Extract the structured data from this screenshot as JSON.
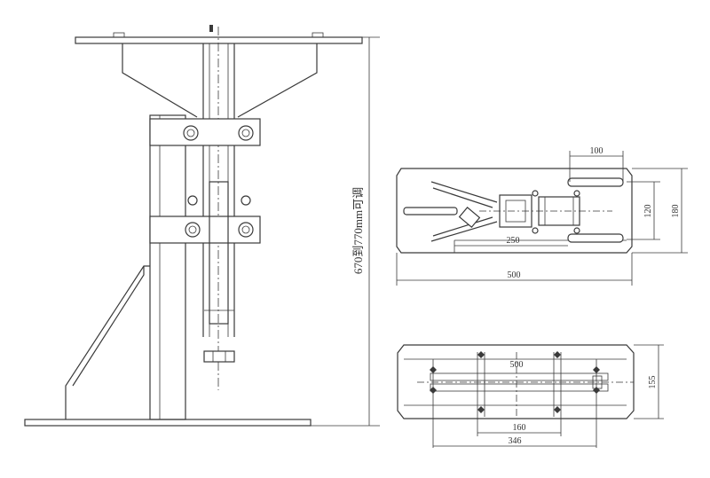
{
  "side_view": {
    "height_label": "670到770mm可调"
  },
  "top_view": {
    "dim_100": "100",
    "dim_120": "120",
    "dim_180": "180",
    "dim_250": "250",
    "dim_500": "500"
  },
  "base_view": {
    "dim_500": "500",
    "dim_160": "160",
    "dim_346": "346",
    "dim_155": "155"
  },
  "colors": {
    "line": "#3a3a3a",
    "background": "#ffffff"
  }
}
